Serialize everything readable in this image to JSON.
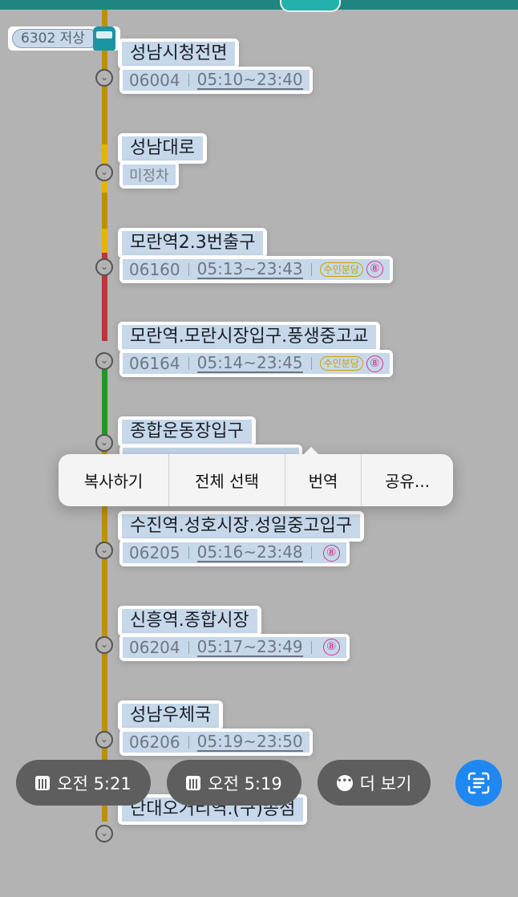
{
  "bus": {
    "label": "6302 저상"
  },
  "stops": [
    {
      "name": "성남시청전면",
      "code": "06004",
      "time": "05:10~23:40"
    },
    {
      "name": "성남대로",
      "sub": "미정차"
    },
    {
      "name": "모란역2.3번출구",
      "code": "06160",
      "time": "05:13~23:43",
      "tag": "수인분당",
      "line": "⑧"
    },
    {
      "name": "모란역.모란시장입구.풍생중고교",
      "code": "06164",
      "time": "05:14~23:45",
      "tag": "수인분당",
      "line": "⑧"
    },
    {
      "name": "종합운동장입구"
    },
    {
      "name": "수진역.성호시장.성일중고입구",
      "code": "06205",
      "time": "05:16~23:48",
      "line": "⑧"
    },
    {
      "name": "신흥역.종합시장",
      "code": "06204",
      "time": "05:17~23:49",
      "line": "⑧"
    },
    {
      "name": "성남우체국",
      "code": "06206",
      "time": "05:19~23:50"
    },
    {
      "name": "단대오거리역.(구)종점"
    }
  ],
  "menu": {
    "copy": "복사하기",
    "select_all": "전체 선택",
    "translate": "번역",
    "share": "공유..."
  },
  "bottom": {
    "time1": "오전 5:21",
    "time2": "오전 5:19",
    "more": "더 보기"
  },
  "colors": {
    "route": "#c09000",
    "red": "#c0343a",
    "green": "#1e9a1e",
    "accent": "#1f88f0"
  }
}
